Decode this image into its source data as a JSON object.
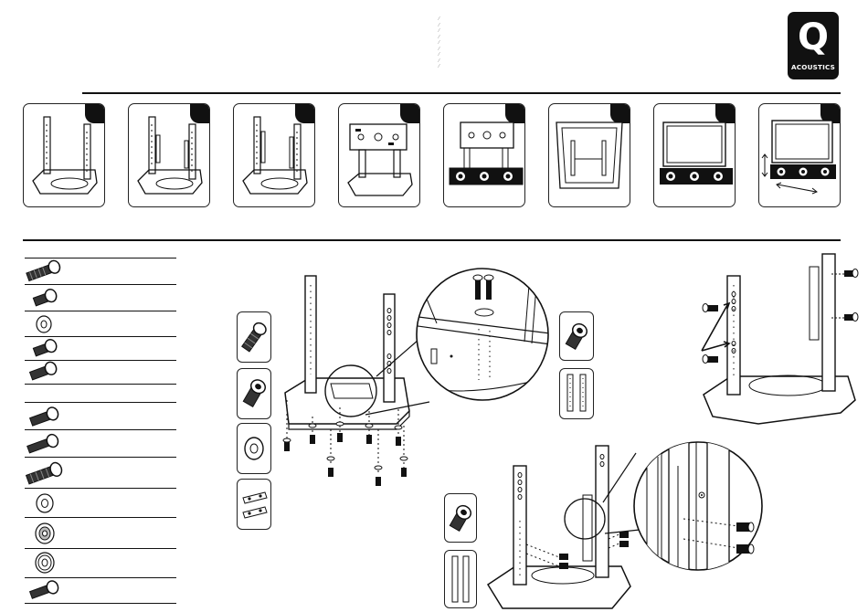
{
  "logo": {
    "letter": "Q",
    "brand": "ACOUSTICS"
  },
  "colors": {
    "ink": "#111111",
    "paper": "#ffffff",
    "grey": "#9a9a9a"
  },
  "thumbnails": [
    {
      "name": "step-1-base-and-uprights"
    },
    {
      "name": "step-2-upright-brackets"
    },
    {
      "name": "step-3-uprights-detail"
    },
    {
      "name": "step-4-mounting-plate"
    },
    {
      "name": "step-5-soundbar-attached"
    },
    {
      "name": "step-6-tv-rear-mount"
    },
    {
      "name": "step-7-tv-mounted"
    },
    {
      "name": "step-8-adjust-height"
    }
  ],
  "parts_list": [
    {
      "icon": "long-bolt-icon"
    },
    {
      "icon": "short-bolt-icon"
    },
    {
      "icon": "washer-icon"
    },
    {
      "icon": "short-bolt-icon"
    },
    {
      "icon": "medium-bolt-icon"
    },
    {
      "icon": "medium-bolt-icon"
    },
    {
      "icon": "long-bolt-icon"
    },
    {
      "icon": "long-bolt-icon"
    },
    {
      "icon": "washer-icon"
    },
    {
      "icon": "spacer-icon"
    },
    {
      "icon": "washer-icon"
    },
    {
      "icon": "long-bolt-icon"
    }
  ]
}
